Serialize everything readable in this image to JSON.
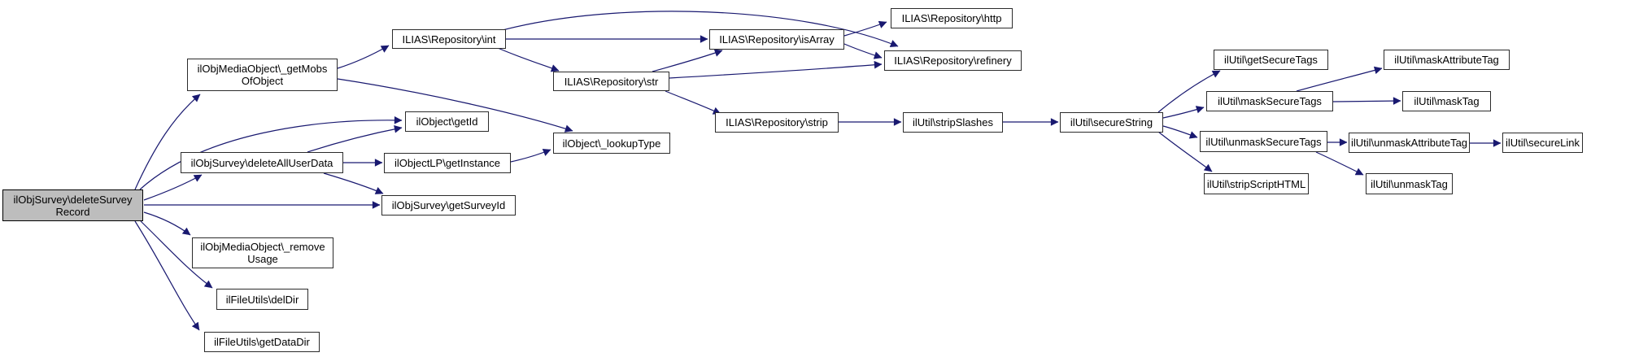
{
  "diagram": {
    "type": "call-graph",
    "edge_color": "#191970",
    "node_fill": "#ffffff",
    "root_fill": "#bdbdbd",
    "border_color": "#2b2b2b"
  },
  "nodes": {
    "deleteSurveyRecord": {
      "label": "ilObjSurvey\\deleteSurvey\nRecord",
      "root": true
    },
    "getMobsOfObject": {
      "label": "ilObjMediaObject\\_getMobs\nOfObject"
    },
    "deleteAllUserData": {
      "label": "ilObjSurvey\\deleteAllUserData"
    },
    "removeUsage": {
      "label": "ilObjMediaObject\\_remove\nUsage"
    },
    "delDir": {
      "label": "ilFileUtils\\delDir"
    },
    "getDataDir": {
      "label": "ilFileUtils\\getDataDir"
    },
    "getId": {
      "label": "ilObject\\getId"
    },
    "getInstance": {
      "label": "ilObjectLP\\getInstance"
    },
    "getSurveyId": {
      "label": "ilObjSurvey\\getSurveyId"
    },
    "repoInt": {
      "label": "ILIAS\\Repository\\int"
    },
    "repoStr": {
      "label": "ILIAS\\Repository\\str"
    },
    "lookupType": {
      "label": "ilObject\\_lookupType"
    },
    "repoIsArray": {
      "label": "ILIAS\\Repository\\isArray"
    },
    "repoStrip": {
      "label": "ILIAS\\Repository\\strip"
    },
    "repoHttp": {
      "label": "ILIAS\\Repository\\http"
    },
    "repoRefinery": {
      "label": "ILIAS\\Repository\\refinery"
    },
    "stripSlashes": {
      "label": "ilUtil\\stripSlashes"
    },
    "secureString": {
      "label": "ilUtil\\secureString"
    },
    "getSecureTags": {
      "label": "ilUtil\\getSecureTags"
    },
    "maskSecureTags": {
      "label": "ilUtil\\maskSecureTags"
    },
    "unmaskSecureTags": {
      "label": "ilUtil\\unmaskSecureTags"
    },
    "stripScriptHTML": {
      "label": "ilUtil\\stripScriptHTML"
    },
    "maskAttributeTag": {
      "label": "ilUtil\\maskAttributeTag"
    },
    "maskTag": {
      "label": "ilUtil\\maskTag"
    },
    "unmaskAttributeTag": {
      "label": "ilUtil\\unmaskAttributeTag"
    },
    "unmaskTag": {
      "label": "ilUtil\\unmaskTag"
    },
    "secureLink": {
      "label": "ilUtil\\secureLink"
    }
  },
  "edges": [
    {
      "from": "deleteSurveyRecord",
      "to": "getMobsOfObject"
    },
    {
      "from": "deleteSurveyRecord",
      "to": "getId"
    },
    {
      "from": "deleteSurveyRecord",
      "to": "deleteAllUserData"
    },
    {
      "from": "deleteSurveyRecord",
      "to": "getSurveyId"
    },
    {
      "from": "deleteSurveyRecord",
      "to": "removeUsage"
    },
    {
      "from": "deleteSurveyRecord",
      "to": "delDir"
    },
    {
      "from": "deleteSurveyRecord",
      "to": "getDataDir"
    },
    {
      "from": "getMobsOfObject",
      "to": "repoInt"
    },
    {
      "from": "getMobsOfObject",
      "to": "lookupType"
    },
    {
      "from": "deleteAllUserData",
      "to": "getId"
    },
    {
      "from": "deleteAllUserData",
      "to": "getInstance"
    },
    {
      "from": "deleteAllUserData",
      "to": "getSurveyId"
    },
    {
      "from": "getInstance",
      "to": "lookupType"
    },
    {
      "from": "repoInt",
      "to": "repoIsArray"
    },
    {
      "from": "repoInt",
      "to": "repoStr"
    },
    {
      "from": "repoInt",
      "to": "repoRefinery"
    },
    {
      "from": "repoStr",
      "to": "repoIsArray"
    },
    {
      "from": "repoStr",
      "to": "repoRefinery"
    },
    {
      "from": "repoStr",
      "to": "repoStrip"
    },
    {
      "from": "repoIsArray",
      "to": "repoHttp"
    },
    {
      "from": "repoIsArray",
      "to": "repoRefinery"
    },
    {
      "from": "repoStrip",
      "to": "stripSlashes"
    },
    {
      "from": "stripSlashes",
      "to": "secureString"
    },
    {
      "from": "secureString",
      "to": "getSecureTags"
    },
    {
      "from": "secureString",
      "to": "maskSecureTags"
    },
    {
      "from": "secureString",
      "to": "unmaskSecureTags"
    },
    {
      "from": "secureString",
      "to": "stripScriptHTML"
    },
    {
      "from": "maskSecureTags",
      "to": "maskAttributeTag"
    },
    {
      "from": "maskSecureTags",
      "to": "maskTag"
    },
    {
      "from": "unmaskSecureTags",
      "to": "unmaskAttributeTag"
    },
    {
      "from": "unmaskSecureTags",
      "to": "unmaskTag"
    },
    {
      "from": "unmaskAttributeTag",
      "to": "secureLink"
    }
  ]
}
